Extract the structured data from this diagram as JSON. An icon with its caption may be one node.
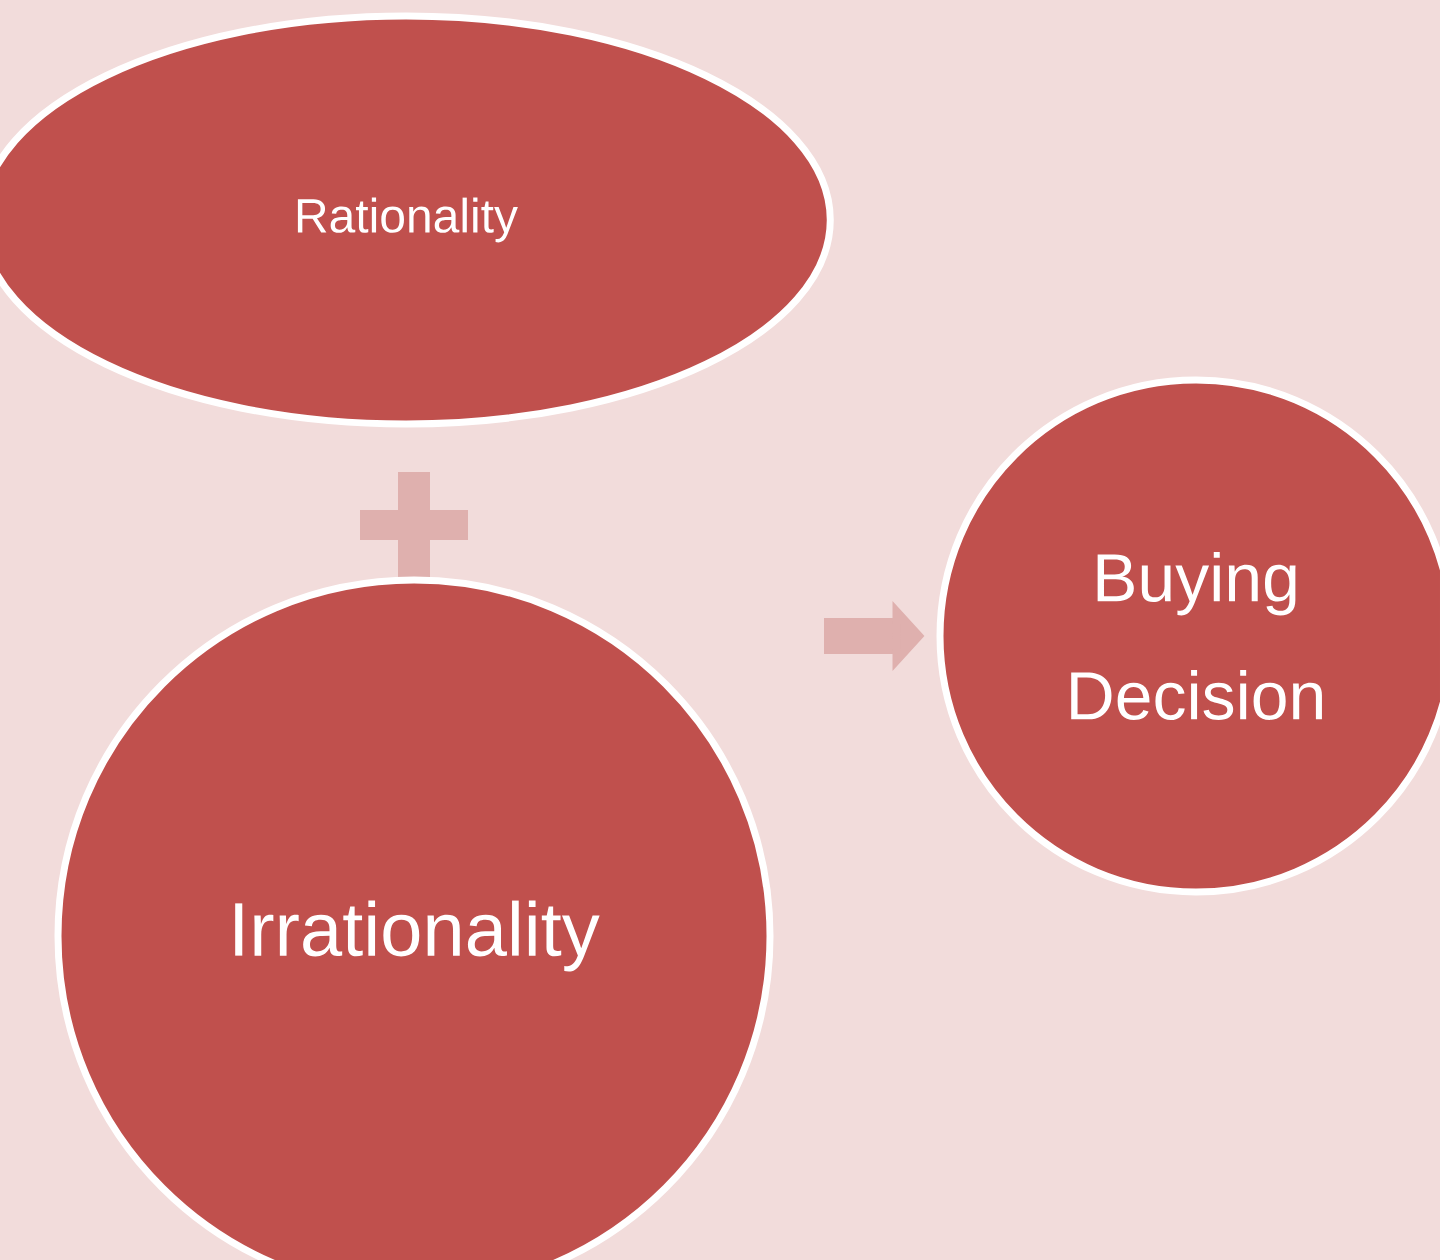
{
  "diagram": {
    "nodes": [
      {
        "text": [
          "Rationality"
        ]
      },
      {
        "text": [
          "Irrationality"
        ]
      },
      {
        "text": [
          "Buying Decision"
        ]
      }
    ],
    "edges": [
      {
        "from": null,
        "to": 2,
        "arrow": "to"
      }
    ]
  }
}
